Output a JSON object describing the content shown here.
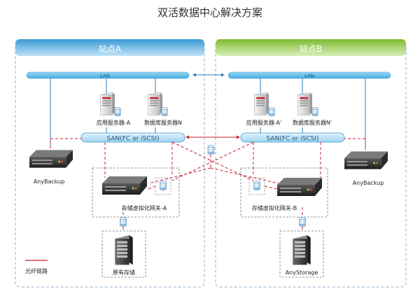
{
  "title": "双活数据中心解决方案",
  "sites": [
    {
      "label": "站点A",
      "header_color": "#4aa8df"
    },
    {
      "label": "站点B",
      "header_color": "#8cc63f"
    }
  ],
  "lan_label": "LAN",
  "san_label": "SAN(FC or iSCSI)",
  "servers": {
    "app_a": "应用服务器-A",
    "db_a": "数据库服务器N",
    "app_b": "应用服务器-A'",
    "db_b": "数据库服务器N'"
  },
  "backup_a": "AnyBackup",
  "backup_b": "AnyBackup",
  "gateway_a": "存储虚拟化网关-A",
  "gateway_b": "存储虚拟化网关-B",
  "storage_a": "原有存储",
  "storage_b": "AnyStorage",
  "legend": {
    "label": "光纤链路",
    "color": "#c8202f"
  },
  "colors": {
    "lan_bar": "#6cc3ee",
    "san_bar": "#a8d9f5",
    "fiber": "#c8202f",
    "link_blue": "#2a7fc0",
    "site_border": "#88aacc"
  }
}
